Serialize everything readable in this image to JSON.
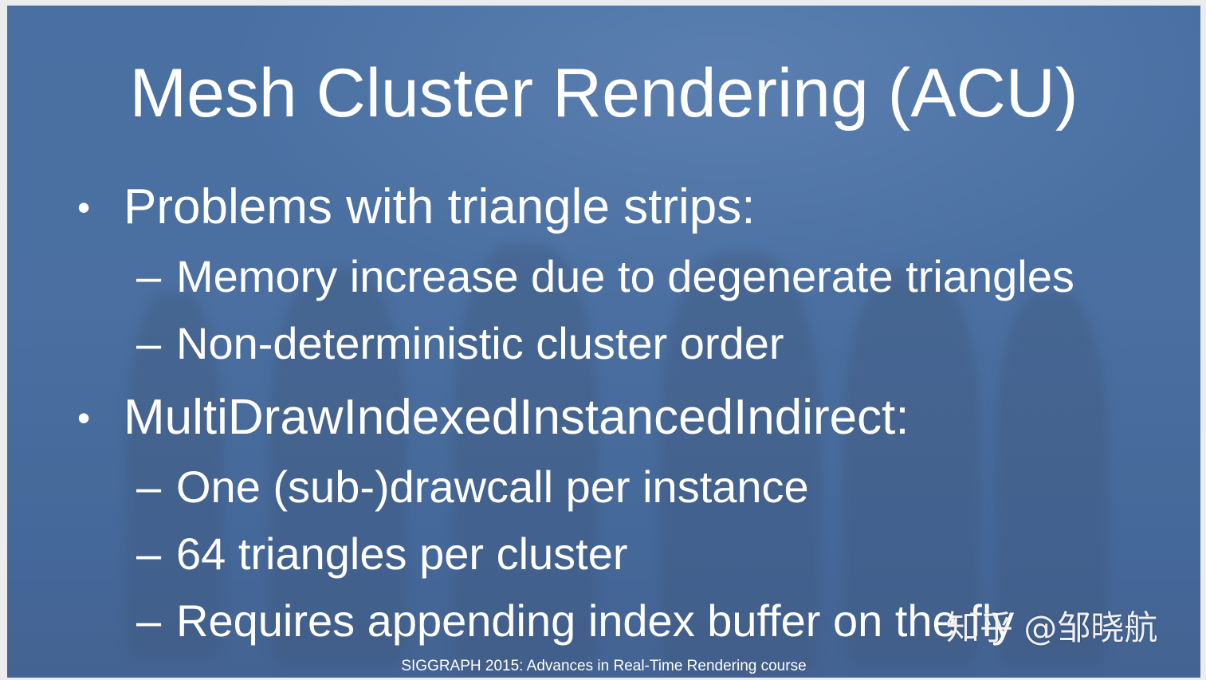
{
  "slide": {
    "title": "Mesh Cluster Rendering (ACU)",
    "bullet_symbol": "•",
    "sub_bullet_symbol": "–",
    "bullets": [
      {
        "text": "Problems with triangle strips:",
        "subs": [
          "Memory increase due to degenerate triangles",
          "Non-deterministic cluster order"
        ]
      },
      {
        "text": "MultiDrawIndexedInstancedIndirect:",
        "subs": [
          "One (sub-)drawcall per instance",
          "64 triangles per cluster",
          "Requires appending index buffer on the fly"
        ]
      }
    ],
    "footer": "SIGGRAPH 2015: Advances in Real-Time Rendering course",
    "watermark": "知乎 @邹晓航",
    "colors": {
      "background": "#4a6fa0",
      "text": "#ffffff"
    }
  }
}
